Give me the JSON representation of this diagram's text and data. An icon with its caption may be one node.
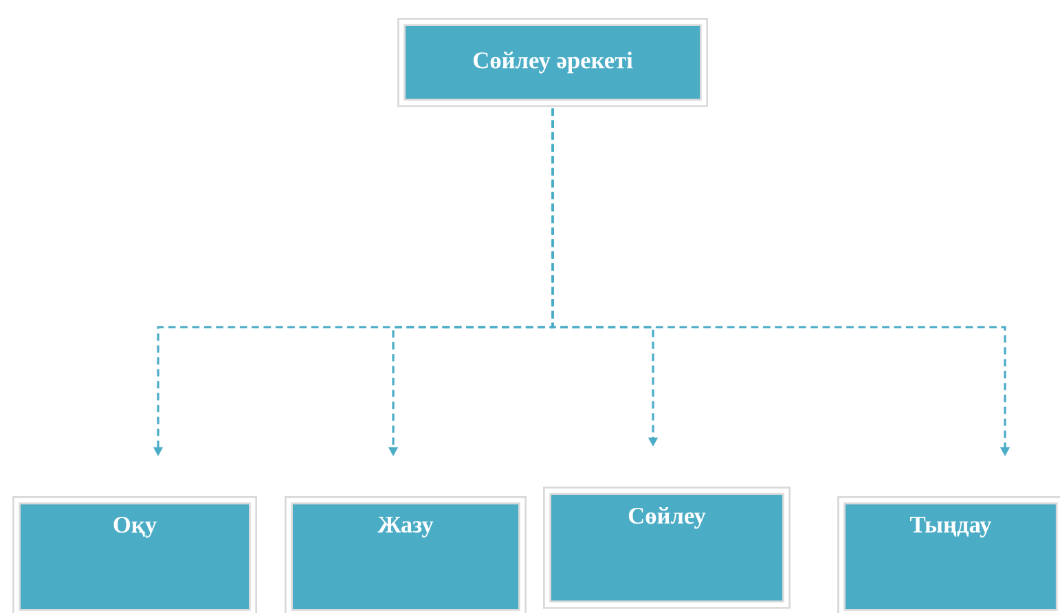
{
  "diagram": {
    "nodes": [
      {
        "text": [
          "Сөйлеу әрекеті"
        ]
      },
      {
        "text": [
          "Оқу"
        ]
      },
      {
        "text": [
          "Жазу"
        ]
      },
      {
        "text": [
          "Сөйлеу"
        ]
      },
      {
        "text": [
          "Тыңдау"
        ]
      }
    ],
    "edges": [
      {
        "from": 0,
        "to": 1,
        "arrow": "to",
        "style": "dashed"
      },
      {
        "from": 0,
        "to": 2,
        "arrow": "to",
        "style": "dashed"
      },
      {
        "from": 0,
        "to": 3,
        "arrow": "to",
        "style": "dashed"
      },
      {
        "from": 0,
        "to": 4,
        "arrow": "to",
        "style": "dashed"
      }
    ]
  }
}
